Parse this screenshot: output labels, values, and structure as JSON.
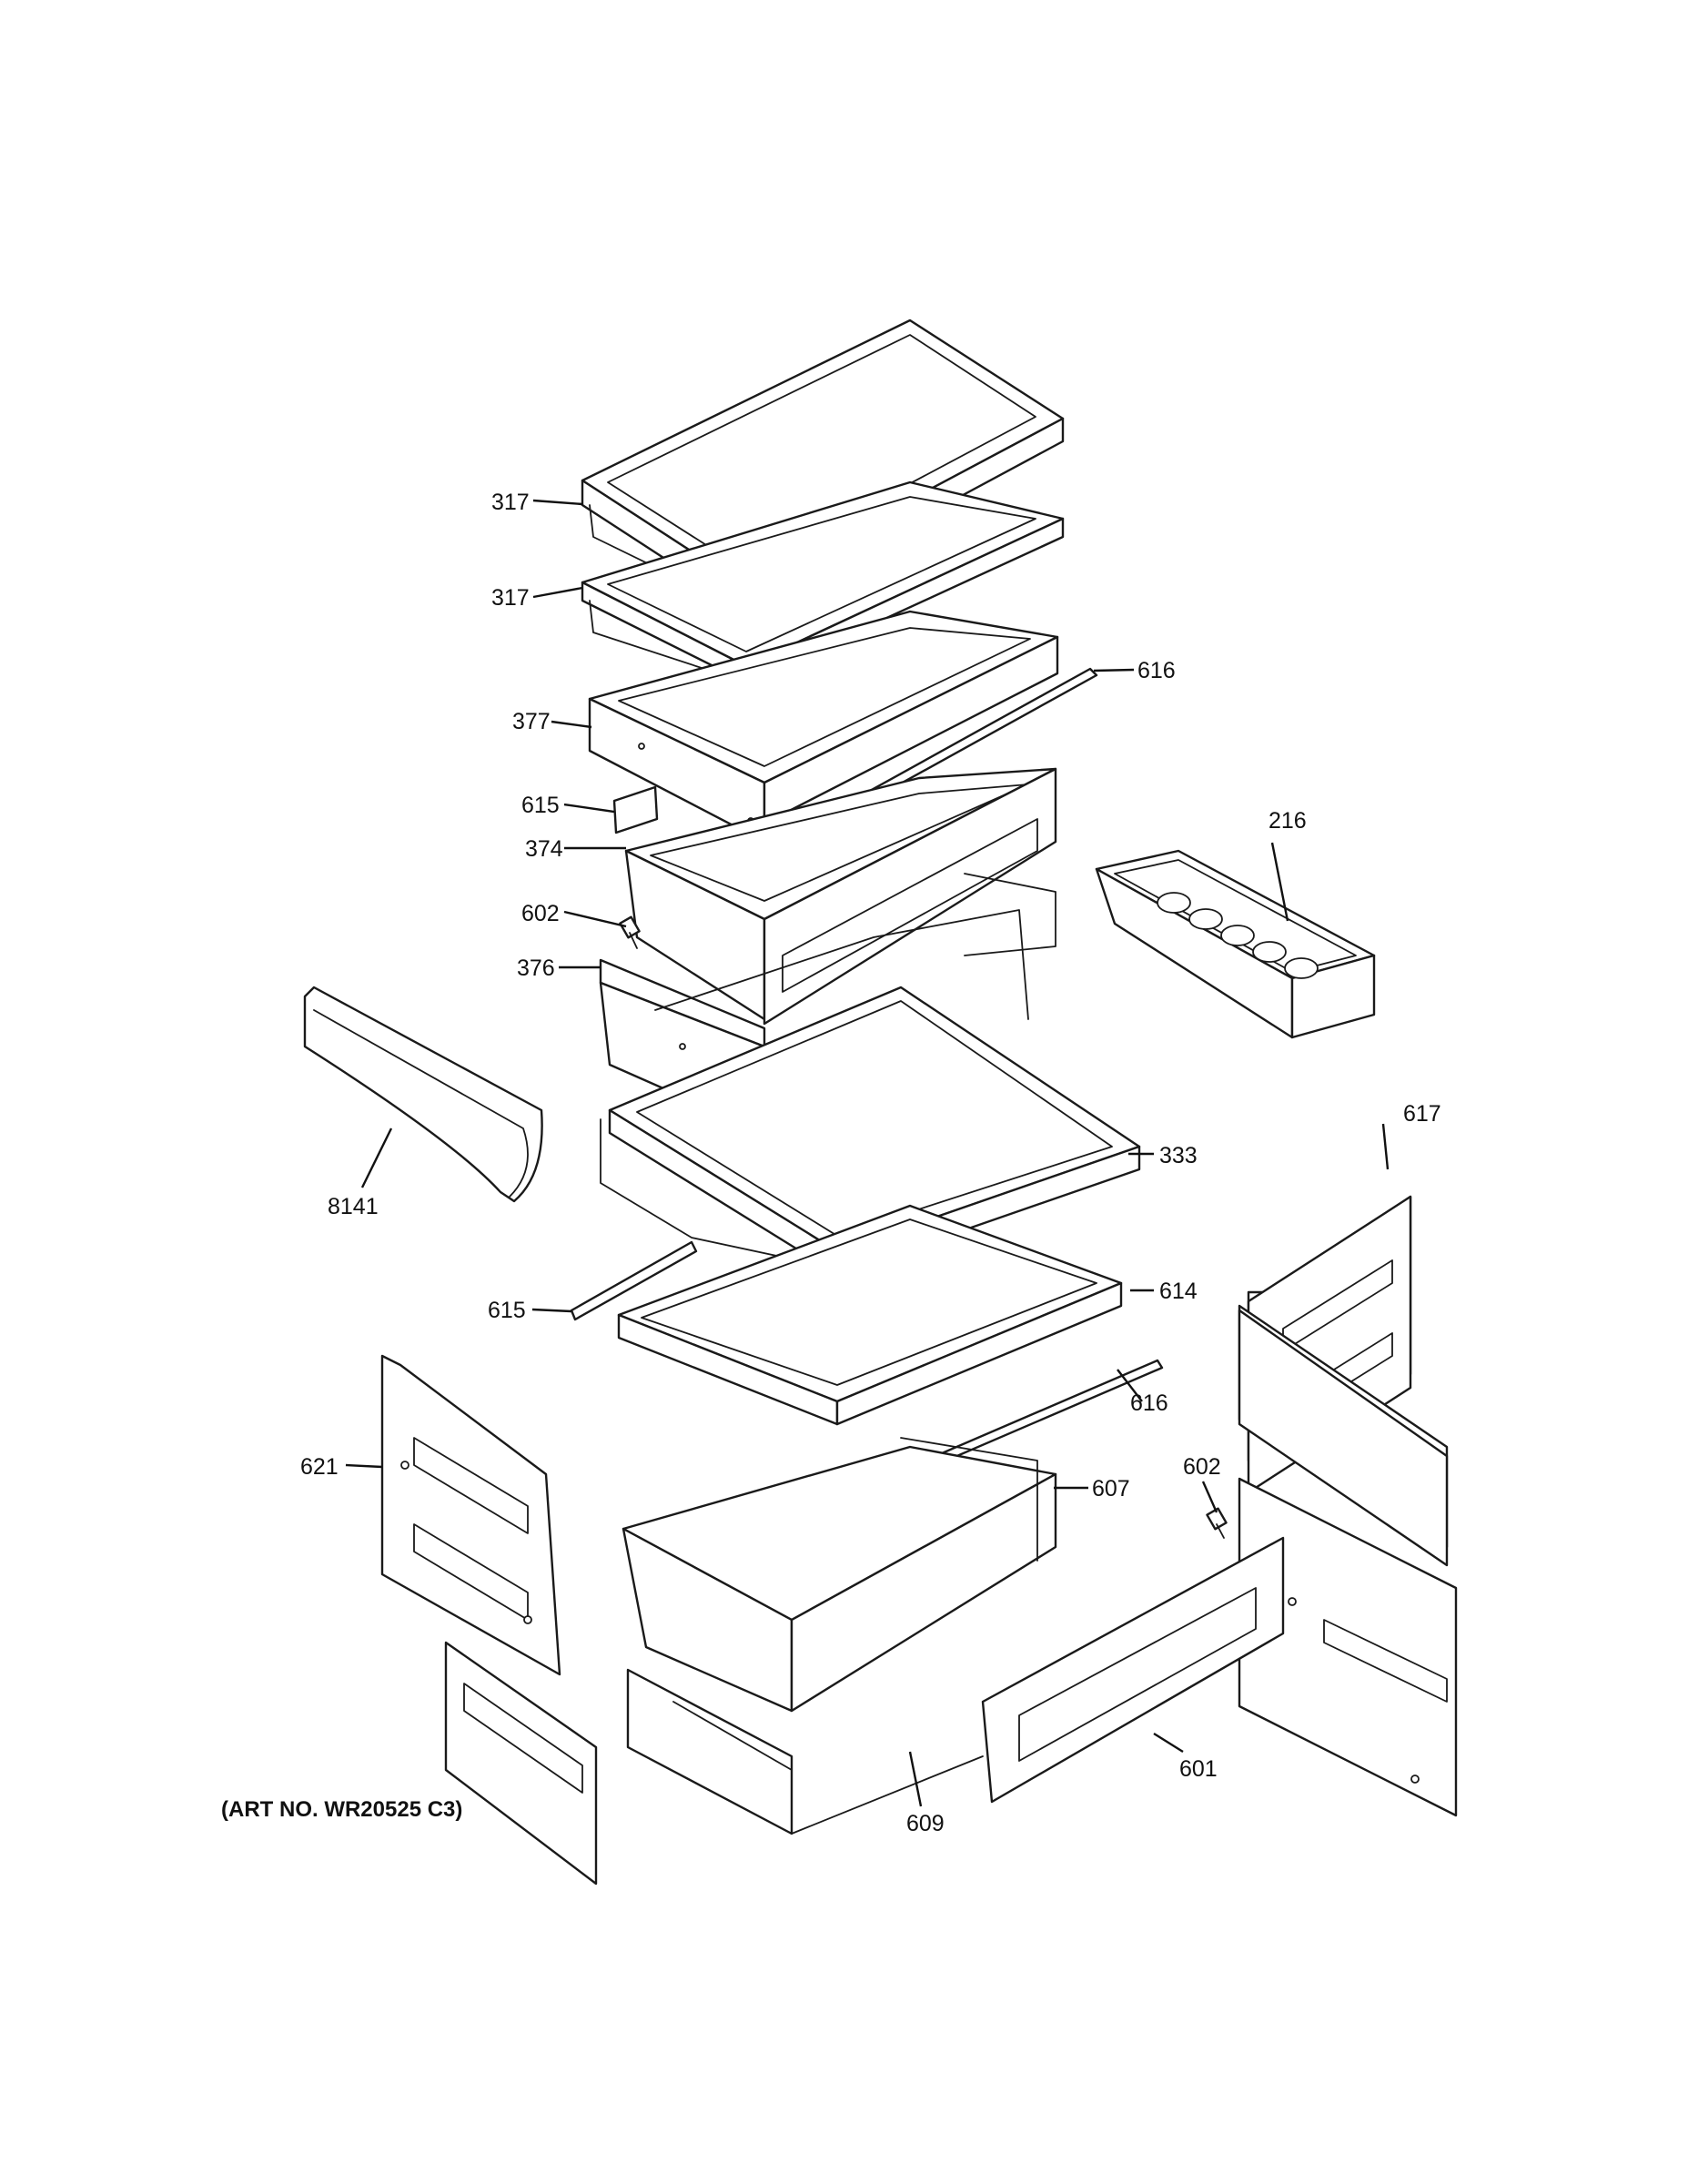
{
  "art_number": "(ART NO. WR20525 C3)",
  "callouts": {
    "c317a": "317",
    "c317b": "317",
    "c377": "377",
    "c616a": "616",
    "c615a": "615",
    "c374": "374",
    "c602a": "602",
    "c376": "376",
    "c216": "216",
    "c8141": "8141",
    "c333": "333",
    "c617": "617",
    "c615b": "615",
    "c614": "614",
    "c616b": "616",
    "c621": "621",
    "c607": "607",
    "c602b": "602",
    "c601": "601",
    "c609": "609"
  }
}
